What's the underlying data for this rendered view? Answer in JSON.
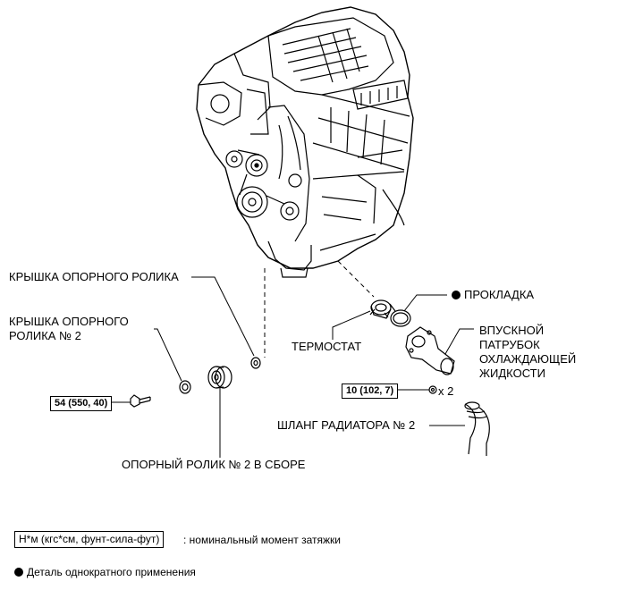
{
  "labels": {
    "idler_cover": "КРЫШКА ОПОРНОГО РОЛИКА",
    "idler_cover_2": "КРЫШКА ОПОРНОГО\nРОЛИКА № 2",
    "gasket": "ПРОКЛАДКА",
    "water_inlet": "ВПУСКНОЙ\nПАТРУБОК\nОХЛАЖДАЮЩЕЙ\nЖИДКОСТИ",
    "thermostat": "ТЕРМОСТАТ",
    "radiator_hose": "ШЛАНГ РАДИАТОРА № 2",
    "idler_assy": "ОПОРНЫЙ РОЛИК № 2 В СБОРЕ",
    "bolt_qty": "x 2"
  },
  "torque": {
    "bolt_54": "54 (550, 40)",
    "nut_10": "10 (102, 7)"
  },
  "legend": {
    "unit_box": "Н*м (кгс*см, фунт-сила-фут)",
    "unit_desc": ": номинальный момент затяжки",
    "non_reusable": "Деталь однократного применения"
  }
}
